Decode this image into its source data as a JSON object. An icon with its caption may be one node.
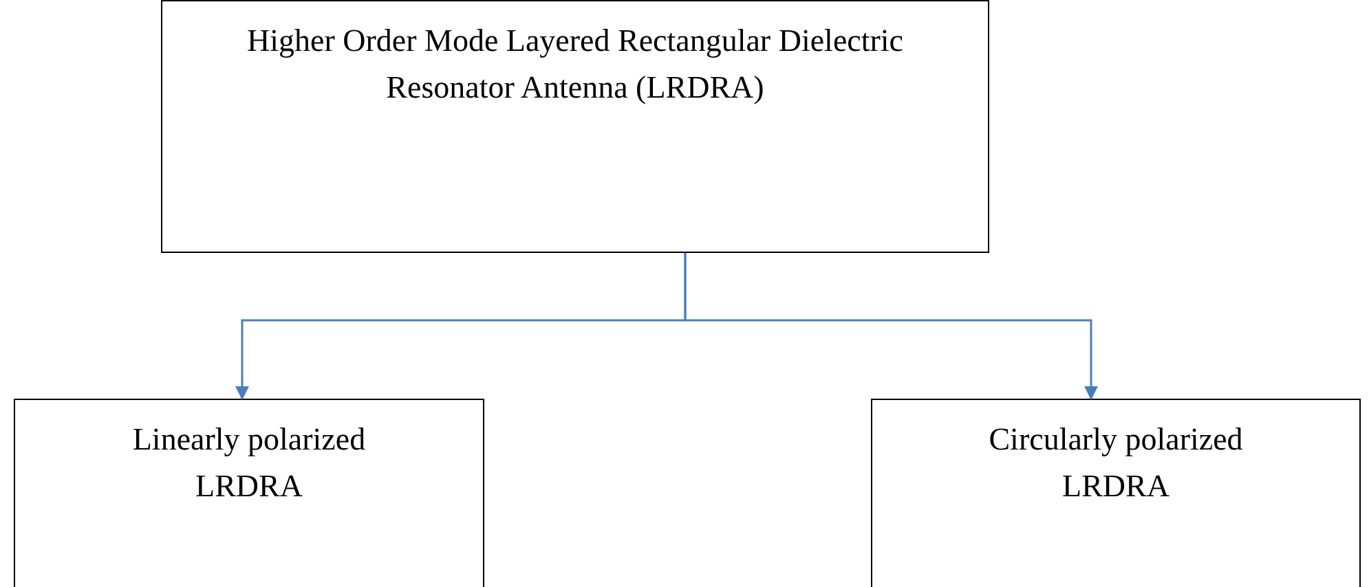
{
  "diagram": {
    "nodes": [
      {
        "text": [
          "Higher Order Mode Layered Rectangular Dielectric Resonator Antenna (LRDRA)"
        ]
      },
      {
        "text": [
          "Linearly polarized LRDRA"
        ]
      },
      {
        "text": [
          "Circularly polarized LRDRA"
        ]
      }
    ],
    "edges": [
      {
        "from": 0,
        "to": 1,
        "arrow": "to"
      },
      {
        "from": 0,
        "to": 2,
        "arrow": "to"
      }
    ]
  }
}
